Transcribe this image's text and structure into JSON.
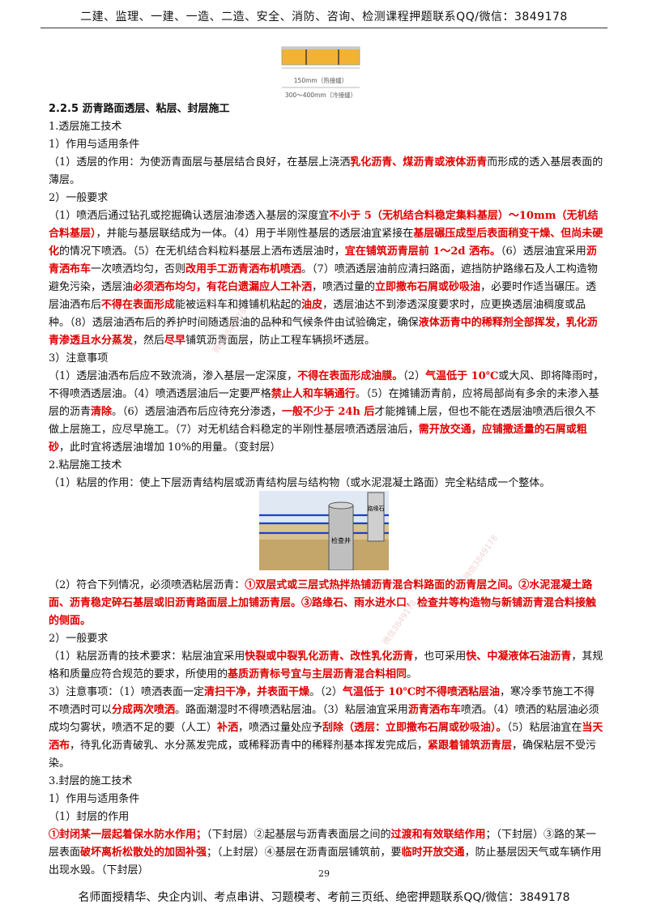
{
  "header": {
    "text": "二建、监理、一建、一造、二造、安全、消防、咨询、检测课程押题联系QQ/微信：3849178"
  },
  "footer": {
    "text": "名师面授精华、央企内训、考点串讲、习题模考、考前三页纸、绝密押题联系QQ/微信：3849178"
  },
  "page_number": "29",
  "figure1": {
    "label1": "150mm（热接缝）",
    "label2": "300～400mm（冷接缝）"
  },
  "figure2": {
    "curb": "路缘石",
    "well": "检查井"
  },
  "watermark": "微信3849178",
  "blocks_a": [
    [
      {
        "t": "2.2.5 沥青路面透层、粘层、封层施工",
        "s": "h"
      }
    ],
    [
      {
        "t": "1.透层施工技术"
      }
    ],
    [
      {
        "t": "1）作用与适用条件"
      }
    ],
    [
      {
        "t": "（1）透层的作用：为使沥青面层与基层结合良好，在基层上浇洒"
      },
      {
        "t": "乳化沥青、煤沥青或液体沥青",
        "s": "r"
      },
      {
        "t": "而形成的透入基层表面的薄层。"
      }
    ],
    [
      {
        "t": "2）一般要求"
      }
    ],
    [
      {
        "t": "（1）喷洒后通过钻孔或挖掘确认透层油渗透入基层的深度宜"
      },
      {
        "t": "不小于 5（无机结合料稳定集料基层）～10mm（无机结合料基层）",
        "s": "r"
      },
      {
        "t": "，并能与基层联结成为一体。（4）用于半刚性基层的透层油宜紧接在"
      },
      {
        "t": "基层碾压成型后表面稍变干燥、但尚未硬化",
        "s": "r"
      },
      {
        "t": "的情况下喷洒。（5）在无机结合料粒料基层上洒布透层油时，"
      },
      {
        "t": "宜在铺筑沥青层前 1～2d 洒布。",
        "s": "r"
      },
      {
        "t": "（6）透层油宜采用"
      },
      {
        "t": "沥青洒布车",
        "s": "r"
      },
      {
        "t": "一次喷洒均匀，否则"
      },
      {
        "t": "改用手工沥青洒布机喷洒",
        "s": "r"
      },
      {
        "t": "。（7）喷洒透层油前应清扫路面，遮挡防护路缘石及人工构造物避免污染，透层油"
      },
      {
        "t": "必须洒布均匀，有花白遗漏应人工补洒",
        "s": "r"
      },
      {
        "t": "，喷洒过量的"
      },
      {
        "t": "立即撒布石屑或砂吸油",
        "s": "r"
      },
      {
        "t": "，必要时作适当碾压。透层油洒布后"
      },
      {
        "t": "不得在表面形成",
        "s": "r"
      },
      {
        "t": "能被运料车和摊铺机粘起的"
      },
      {
        "t": "油皮",
        "s": "r"
      },
      {
        "t": "，透层油达不到渗透深度要求时，应更换透层油稠度或品种。（8）透层油洒布后的养护时间随透层油的品种和气候条件由试验确定，确保"
      },
      {
        "t": "液体沥青中的稀释剂全部挥发，乳化沥青渗透且水分蒸发",
        "s": "r"
      },
      {
        "t": "，然后"
      },
      {
        "t": "尽早",
        "s": "r"
      },
      {
        "t": "铺筑沥青面层，防止工程车辆损坏透层。"
      }
    ],
    [
      {
        "t": "3）注意事项"
      }
    ],
    [
      {
        "t": "（1）透层油洒布后应不致流淌，渗入基层一定深度，"
      },
      {
        "t": "不得在表面形成油膜。",
        "s": "r"
      },
      {
        "t": "（2）"
      },
      {
        "t": "气温低于 10℃",
        "s": "r"
      },
      {
        "t": "或大风、即将降雨时，不得喷洒透层油。（4）喷洒透层油后一定要严格"
      },
      {
        "t": "禁止人和车辆通行",
        "s": "r"
      },
      {
        "t": "。（5）在摊铺沥青前，应将局部尚有多余的未渗入基层的沥青"
      },
      {
        "t": "清除",
        "s": "r"
      },
      {
        "t": "。（6）透层油洒布后应待充分渗透，"
      },
      {
        "t": "一般不少于 24h 后",
        "s": "r"
      },
      {
        "t": "才能摊铺上层，但也不能在透层油喷洒后很久不做上层施工，应尽早施工。（7）对无机结合料稳定的半刚性基层喷洒透层油后，"
      },
      {
        "t": "需开放交通，应铺撒适量的石屑或粗砂",
        "s": "r"
      },
      {
        "t": "，此时宜将透层油增加 10%的用量。（变封层）"
      }
    ],
    [
      {
        "t": "2.粘层施工技术"
      }
    ],
    [
      {
        "t": "（1）粘层的作用：使上下层沥青结构层或沥青结构层与结构物（或水泥混凝土路面）完全粘结成一个整体。"
      }
    ]
  ],
  "blocks_b": [
    [
      {
        "t": "（2）符合下列情况，必须喷洒粘层沥青："
      },
      {
        "t": "①双层式或三层式热拌热铺沥青混合料路面的沥青层之间。②水泥混凝土路面、沥青稳定碎石基层或旧沥青路面层上加铺沥青层。③路缘石、雨水进水口、检查井等构造物与新铺沥青混合料接触的侧面。",
        "s": "r"
      }
    ],
    [
      {
        "t": "2）一般要求"
      }
    ],
    [
      {
        "t": "（1）粘层沥青的技术要求：粘层油宜采用"
      },
      {
        "t": "快裂或中裂乳化沥青、改性乳化沥青",
        "s": "r"
      },
      {
        "t": "，也可采用"
      },
      {
        "t": "快、中凝液体石油沥青",
        "s": "r"
      },
      {
        "t": "，其规格和质量应符合规范的要求，所使用的"
      },
      {
        "t": "基质沥青标号宜与主层沥青混合料相同",
        "s": "r"
      },
      {
        "t": "。"
      }
    ],
    [
      {
        "t": "3）注意事项：（1）喷洒表面一定"
      },
      {
        "t": "清扫干净，并表面干燥",
        "s": "r"
      },
      {
        "t": "。（2）"
      },
      {
        "t": "气温低于 10℃时不得喷洒粘层油",
        "s": "r"
      },
      {
        "t": "，寒冷季节施工不得不喷洒时可以"
      },
      {
        "t": "分成两次喷洒",
        "s": "r"
      },
      {
        "t": "。路面潮湿时不得喷洒粘层油。（3）粘层油宜采用"
      },
      {
        "t": "沥青洒布车",
        "s": "r"
      },
      {
        "t": "喷洒。（4）喷洒的粘层油必须成均匀雾状，喷洒不足的要（人工）"
      },
      {
        "t": "补洒",
        "s": "r"
      },
      {
        "t": "，喷洒过量处应予"
      },
      {
        "t": "刮除（透层：立即撒布石屑或砂吸油）。",
        "s": "r"
      },
      {
        "t": "（5）粘层油宜在"
      },
      {
        "t": "当天洒布",
        "s": "r"
      },
      {
        "t": "，待乳化沥青破乳、水分蒸发完成，或稀释沥青中的稀释剂基本挥发完成后，"
      },
      {
        "t": "紧跟着铺筑沥青层",
        "s": "r"
      },
      {
        "t": "，确保粘层不受污染。"
      }
    ],
    [
      {
        "t": "3.封层的施工技术"
      }
    ],
    [
      {
        "t": "1）作用与适用条件"
      }
    ],
    [
      {
        "t": "（1）封层的作用"
      }
    ],
    [
      {
        "t": "①封闭某一层起着保水防水作用；",
        "s": "r"
      },
      {
        "t": "（下封层）②起基层与沥青表面层之间的"
      },
      {
        "t": "过渡和有效联结作用",
        "s": "r"
      },
      {
        "t": "；（下封层）③路的某一层表面"
      },
      {
        "t": "破坏离析松散处的加固补强",
        "s": "r"
      },
      {
        "t": "；（上封层）④基层在沥青面层铺筑前，要"
      },
      {
        "t": "临时开放交通",
        "s": "r"
      },
      {
        "t": "，防止基层因天气或车辆作用出现水毁。（下封层）"
      }
    ]
  ]
}
